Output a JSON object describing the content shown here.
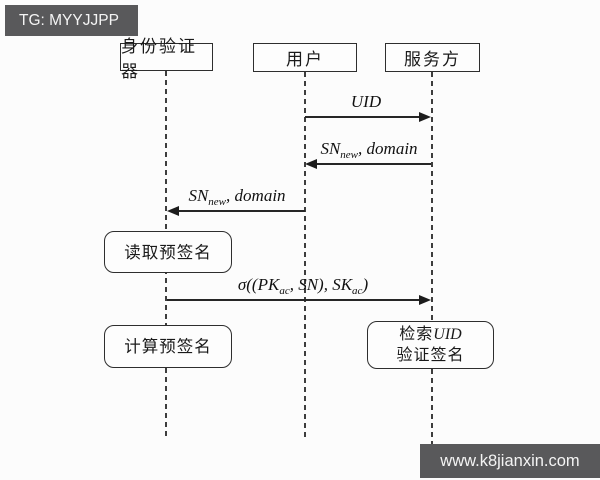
{
  "watermarks": {
    "top_left": "TG: MYYJJPP",
    "bottom_right": "www.k8jianxin.com"
  },
  "diagram": {
    "actors": [
      {
        "label": "身份验证器"
      },
      {
        "label": "用户"
      },
      {
        "label": "服务方"
      }
    ],
    "messages": [
      {
        "from": "用户",
        "to": "服务方",
        "direction": "right",
        "parts": [
          {
            "text": "UID",
            "subscript": false
          }
        ]
      },
      {
        "from": "服务方",
        "to": "用户",
        "direction": "left",
        "parts": [
          {
            "text": "SN",
            "subscript": false
          },
          {
            "text": "new",
            "subscript": true
          },
          {
            "text": ", domain",
            "subscript": false
          }
        ]
      },
      {
        "from": "用户",
        "to": "身份验证器",
        "direction": "left",
        "parts": [
          {
            "text": "SN",
            "subscript": false
          },
          {
            "text": "new",
            "subscript": true
          },
          {
            "text": ", domain",
            "subscript": false
          }
        ]
      },
      {
        "from": "身份验证器",
        "to": "服务方",
        "direction": "right",
        "parts": [
          {
            "text": "σ((PK",
            "subscript": false
          },
          {
            "text": "ac",
            "subscript": true
          },
          {
            "text": ", SN), SK",
            "subscript": false
          },
          {
            "text": "ac",
            "subscript": true
          },
          {
            "text": ")",
            "subscript": false
          }
        ]
      }
    ],
    "actions": [
      {
        "actor": "身份验证器",
        "label": "读取预签名"
      },
      {
        "actor": "身份验证器",
        "label": "计算预签名"
      },
      {
        "actor": "服务方",
        "line1_prefix": "检索",
        "line1_math": "UID",
        "line2": "验证签名"
      }
    ]
  },
  "colors": {
    "banner_background": "#59595b",
    "line": "#262626",
    "background": "#fcfcfc"
  }
}
